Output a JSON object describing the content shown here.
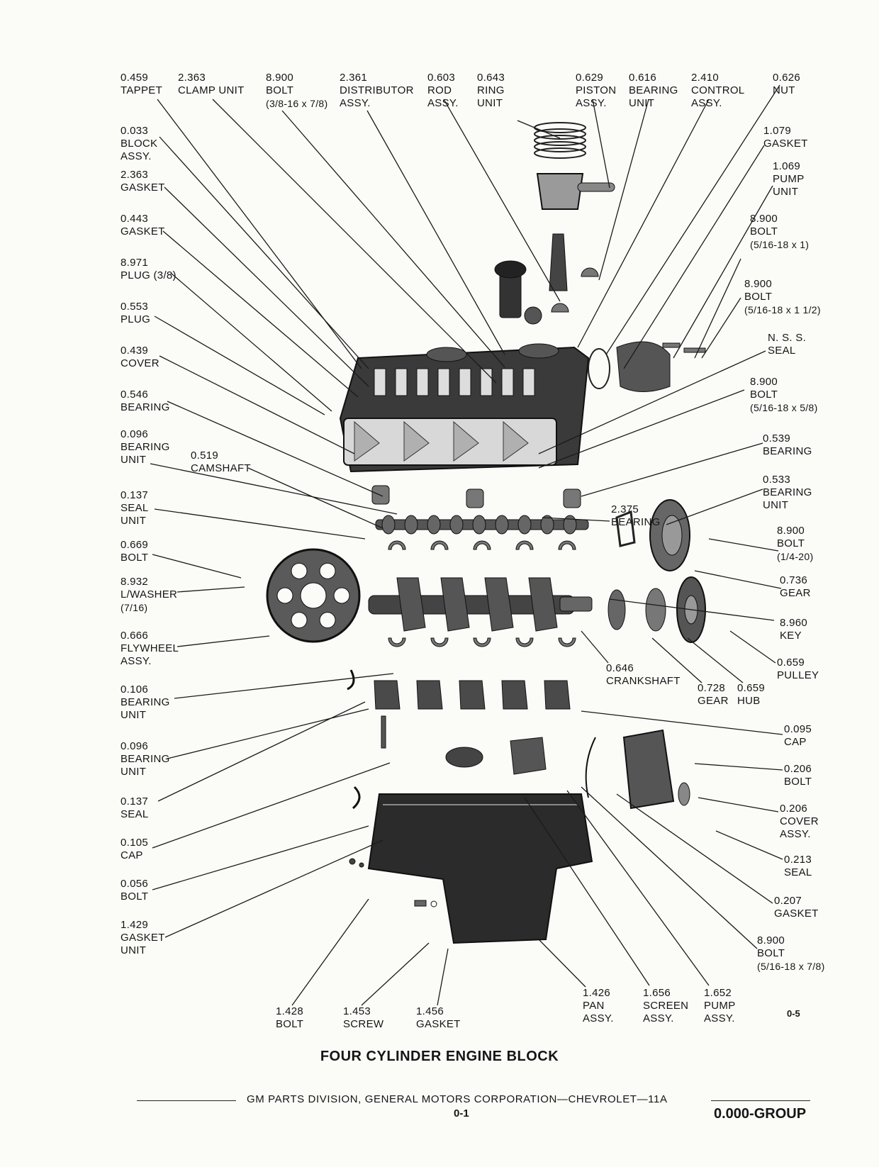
{
  "labels": [
    {
      "id": "tappet",
      "lines": [
        "0.459",
        "TAPPET"
      ]
    },
    {
      "id": "clamp",
      "lines": [
        "2.363",
        "CLAMP UNIT"
      ]
    },
    {
      "id": "bolt-top",
      "lines": [
        "8.900",
        "BOLT",
        "(3/8-16 x 7/8)"
      ]
    },
    {
      "id": "distributor",
      "lines": [
        "2.361",
        "DISTRIBUTOR",
        "ASSY."
      ]
    },
    {
      "id": "rod",
      "lines": [
        "0.603",
        "ROD",
        "ASSY."
      ]
    },
    {
      "id": "ring",
      "lines": [
        "0.643",
        "RING",
        "UNIT"
      ]
    },
    {
      "id": "piston",
      "lines": [
        "0.629",
        "PISTON",
        "ASSY."
      ]
    },
    {
      "id": "bearing-unit-top",
      "lines": [
        "0.616",
        "BEARING",
        "UNIT"
      ]
    },
    {
      "id": "control",
      "lines": [
        "2.410",
        "CONTROL",
        "ASSY."
      ]
    },
    {
      "id": "nut",
      "lines": [
        "0.626",
        "NUT"
      ]
    },
    {
      "id": "block",
      "lines": [
        "0.033",
        "BLOCK",
        "ASSY."
      ]
    },
    {
      "id": "gasket-2363",
      "lines": [
        "2.363",
        "GASKET"
      ]
    },
    {
      "id": "gasket-0443",
      "lines": [
        "0.443",
        "GASKET"
      ]
    },
    {
      "id": "plug-8971",
      "lines": [
        "8.971",
        "PLUG (3/8)"
      ]
    },
    {
      "id": "plug-0553",
      "lines": [
        "0.553",
        "PLUG"
      ]
    },
    {
      "id": "cover-0439",
      "lines": [
        "0.439",
        "COVER"
      ]
    },
    {
      "id": "bearing-0546",
      "lines": [
        "0.546",
        "BEARING"
      ]
    },
    {
      "id": "bearing-unit-0096a",
      "lines": [
        "0.096",
        "BEARING",
        "UNIT"
      ]
    },
    {
      "id": "camshaft",
      "lines": [
        "0.519",
        "CAMSHAFT"
      ]
    },
    {
      "id": "seal-unit-0137",
      "lines": [
        "0.137",
        "SEAL",
        "UNIT"
      ]
    },
    {
      "id": "bolt-0669",
      "lines": [
        "0.669",
        "BOLT"
      ]
    },
    {
      "id": "lwasher",
      "lines": [
        "8.932",
        "L/WASHER",
        "(7/16)"
      ]
    },
    {
      "id": "flywheel",
      "lines": [
        "0.666",
        "FLYWHEEL",
        "ASSY."
      ]
    },
    {
      "id": "bearing-unit-0106",
      "lines": [
        "0.106",
        "BEARING",
        "UNIT"
      ]
    },
    {
      "id": "bearing-unit-0096b",
      "lines": [
        "0.096",
        "BEARING",
        "UNIT"
      ]
    },
    {
      "id": "seal-0137",
      "lines": [
        "0.137",
        "SEAL"
      ]
    },
    {
      "id": "cap-0105",
      "lines": [
        "0.105",
        "CAP"
      ]
    },
    {
      "id": "bolt-0056",
      "lines": [
        "0.056",
        "BOLT"
      ]
    },
    {
      "id": "gasket-unit-1429",
      "lines": [
        "1.429",
        "GASKET",
        "UNIT"
      ]
    },
    {
      "id": "gasket-1079",
      "lines": [
        "1.079",
        "GASKET"
      ]
    },
    {
      "id": "pump-unit-1069",
      "lines": [
        "1.069",
        "PUMP",
        "UNIT"
      ]
    },
    {
      "id": "bolt-5-16-1",
      "lines": [
        "8.900",
        "BOLT",
        "(5/16-18 x 1)"
      ]
    },
    {
      "id": "bolt-5-16-1-1-2",
      "lines": [
        "8.900",
        "BOLT",
        "(5/16-18 x 1 1/2)"
      ]
    },
    {
      "id": "nss-seal",
      "lines": [
        "N. S. S.",
        "SEAL"
      ]
    },
    {
      "id": "bolt-5-16-5-8",
      "lines": [
        "8.900",
        "BOLT",
        "(5/16-18 x 5/8)"
      ]
    },
    {
      "id": "bearing-0539",
      "lines": [
        "0.539",
        "BEARING"
      ]
    },
    {
      "id": "bearing-unit-0533",
      "lines": [
        "0.533",
        "BEARING",
        "UNIT"
      ]
    },
    {
      "id": "bearing-2375",
      "lines": [
        "2.375",
        "BEARING"
      ]
    },
    {
      "id": "bolt-1-4-20",
      "lines": [
        "8.900",
        "BOLT",
        "(1/4-20)"
      ]
    },
    {
      "id": "gear-0736",
      "lines": [
        "0.736",
        "GEAR"
      ]
    },
    {
      "id": "key-8960",
      "lines": [
        "8.960",
        "KEY"
      ]
    },
    {
      "id": "pulley-0659",
      "lines": [
        "0.659",
        "PULLEY"
      ]
    },
    {
      "id": "crankshaft",
      "lines": [
        "0.646",
        "CRANKSHAFT"
      ]
    },
    {
      "id": "gear-0728",
      "lines": [
        "0.728",
        "GEAR"
      ]
    },
    {
      "id": "hub-0659",
      "lines": [
        "0.659",
        "HUB"
      ]
    },
    {
      "id": "cap-0095",
      "lines": [
        "0.095",
        "CAP"
      ]
    },
    {
      "id": "bolt-0206",
      "lines": [
        "0.206",
        "BOLT"
      ]
    },
    {
      "id": "cover-0206",
      "lines": [
        "0.206",
        "COVER",
        "ASSY."
      ]
    },
    {
      "id": "seal-0213",
      "lines": [
        "0.213",
        "SEAL"
      ]
    },
    {
      "id": "gasket-0207",
      "lines": [
        "0.207",
        "GASKET"
      ]
    },
    {
      "id": "bolt-5-16-7-8",
      "lines": [
        "8.900",
        "BOLT",
        "(5/16-18 x 7/8)"
      ]
    },
    {
      "id": "bolt-1428",
      "lines": [
        "1.428",
        "BOLT"
      ]
    },
    {
      "id": "screw-1453",
      "lines": [
        "1.453",
        "SCREW"
      ]
    },
    {
      "id": "gasket-1456",
      "lines": [
        "1.456",
        "GASKET"
      ]
    },
    {
      "id": "pan-1426",
      "lines": [
        "1.426",
        "PAN",
        "ASSY."
      ]
    },
    {
      "id": "screen-1656",
      "lines": [
        "1.656",
        "SCREEN",
        "ASSY."
      ]
    },
    {
      "id": "pump-1652",
      "lines": [
        "1.652",
        "PUMP",
        "ASSY."
      ]
    }
  ],
  "figure_number": "0-5",
  "title": "FOUR CYLINDER ENGINE BLOCK",
  "footer": {
    "text": "GM PARTS DIVISION, GENERAL MOTORS CORPORATION—CHEVROLET—11A",
    "page": "0-1",
    "group": "0.000-GROUP"
  }
}
